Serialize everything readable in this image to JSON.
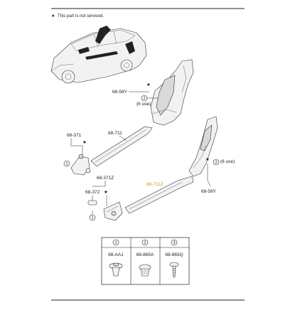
{
  "note": {
    "star": "★",
    "text": "This part is not serviced."
  },
  "labels": {
    "rear_pillar": "68-58Y",
    "rear_pillar_qty": "(6 use)",
    "center_pillar": "68-59Y",
    "center_pillar_qty": "(6 use)",
    "front_sill": "68-711",
    "rear_sill": "68-711Z",
    "kick_panel": "68-371",
    "kick_panel_z": "68-371Z",
    "bracket": "68-372"
  },
  "callouts": [
    "1",
    "2",
    "3"
  ],
  "fastener_table": {
    "headers": [
      "1",
      "2",
      "3"
    ],
    "codes": [
      "68-AA1",
      "68-865A",
      "68-865Q"
    ]
  },
  "colors": {
    "highlight": "#d8951a",
    "line": "#222222"
  }
}
